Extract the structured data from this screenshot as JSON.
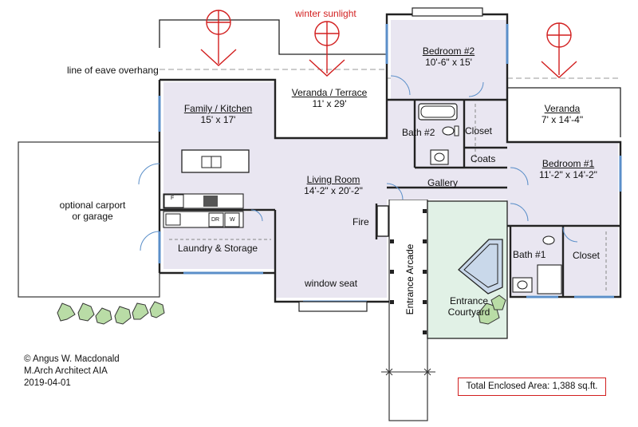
{
  "title": "",
  "annotations": {
    "winter_sunlight": "winter sunlight",
    "eave_line": "line of eave overhang"
  },
  "rooms": {
    "bedroom2": {
      "name": "Bedroom #2",
      "size": "10'-6\" x 15'"
    },
    "veranda_terrace": {
      "name": "Veranda / Terrace",
      "size": "11' x 29'"
    },
    "family_kitchen": {
      "name": "Family / Kitchen",
      "size": "15' x 17'"
    },
    "veranda": {
      "name": "Veranda",
      "size": "7' x 14'-4\""
    },
    "bath2": {
      "name": "Bath #2"
    },
    "closet2": {
      "name": "Closet"
    },
    "coats": {
      "name": "Coats"
    },
    "bedroom1": {
      "name": "Bedroom #1",
      "size": "11'-2\" x 14'-2\""
    },
    "gallery": {
      "name": "Gallery"
    },
    "living_room": {
      "name": "Living Room",
      "size": "14'-2\" x 20'-2\""
    },
    "fire": {
      "name": "Fire"
    },
    "laundry": {
      "name": "Laundry & Storage"
    },
    "carport": {
      "line1": "optional carport",
      "line2": "or garage"
    },
    "window_seat": {
      "name": "window seat"
    },
    "bath1": {
      "name": "Bath #1"
    },
    "closet1": {
      "name": "Closet"
    },
    "entrance_arcade": {
      "name": "Entrance Arcade"
    },
    "courtyard": {
      "line1": "Entrance",
      "line2": "Courtyard"
    }
  },
  "appliances": {
    "fridge": "F",
    "dryer": "DR",
    "washer": "W"
  },
  "credits": {
    "author": "© Angus W. Macdonald",
    "title": "M.Arch Architect AIA",
    "date": "2019-04-01"
  },
  "total_area": "Total Enclosed Area: 1,388 sq.ft.",
  "colors": {
    "wall": "#222222",
    "room_fill": "#e9e6f1",
    "courtyard_fill": "#e1f1e6",
    "sun": "#d21f1f",
    "shrub": "#b9dca6",
    "window": "#5b8fc9"
  }
}
